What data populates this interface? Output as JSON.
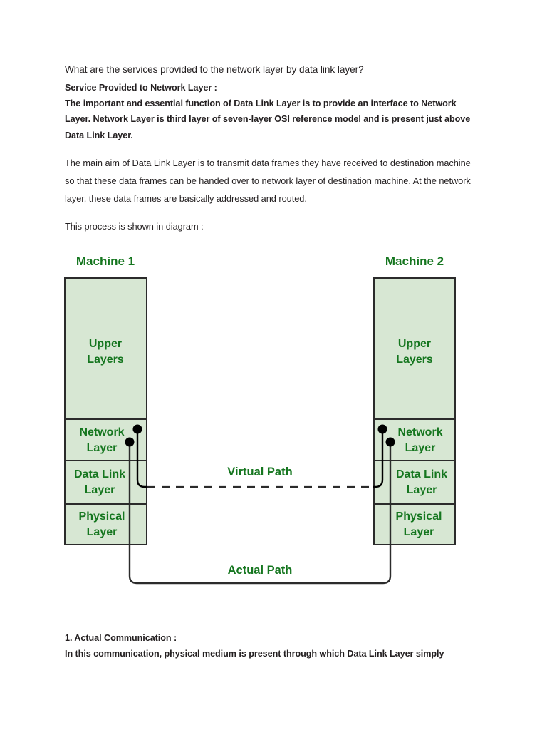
{
  "document": {
    "heading": "What are the services provided to the network layer by data link layer?",
    "subheading": "Service Provided to Network Layer :",
    "intro_bold": "The important and essential function of Data Link Layer is to provide an interface to Network Layer. Network Layer is third layer of seven-layer OSI reference model and is present just above Data Link Layer.",
    "paragraph_1": "The main aim of Data Link Layer is to transmit data frames they have received to destination machine so that these data frames can be handed over to network layer of destination machine. At the network layer, these data frames are basically addressed and routed.",
    "paragraph_2": "This process is shown in diagram :",
    "footer_heading": "1. Actual Communication :",
    "footer_text": "In this communication, physical medium is present through which Data Link Layer simply"
  },
  "diagram": {
    "machine_left": {
      "title": "Machine 1",
      "layers": [
        {
          "label_line1": "Upper",
          "label_line2": "Layers"
        },
        {
          "label_line1": "Network",
          "label_line2": "Layer"
        },
        {
          "label_line1": "Data Link",
          "label_line2": "Layer"
        },
        {
          "label_line1": "Physical",
          "label_line2": "Layer"
        }
      ]
    },
    "machine_right": {
      "title": "Machine 2",
      "layers": [
        {
          "label_line1": "Upper",
          "label_line2": "Layers"
        },
        {
          "label_line1": "Network",
          "label_line2": "Layer"
        },
        {
          "label_line1": "Data Link",
          "label_line2": "Layer"
        },
        {
          "label_line1": "Physical",
          "label_line2": "Layer"
        }
      ]
    },
    "virtual_path_label": "Virtual Path",
    "actual_path_label": "Actual Path",
    "colors": {
      "layer_fill": "#d7e7d3",
      "layer_border": "#2b2b2b",
      "label_green": "#15761f",
      "connector": "#000000",
      "dashed": "#2b2b2b"
    }
  }
}
